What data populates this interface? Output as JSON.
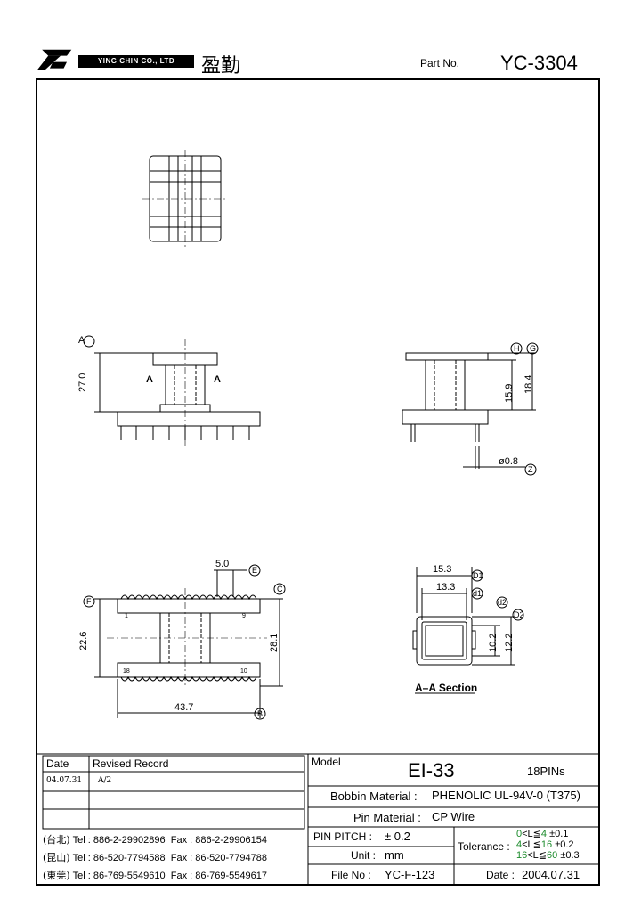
{
  "header": {
    "brand_en": "YING CHIN CO., LTD",
    "brand_cn": "盈勤",
    "part_no_label": "Part No.",
    "part_no": "YC-3304"
  },
  "views": {
    "front_left": {
      "dim_a": "27.0",
      "section_a1": "A",
      "section_a2": "A",
      "ref_a": "A"
    },
    "side_right": {
      "dim_h": "15.9",
      "dim_g": "18.4",
      "dim_z": "ø0.8",
      "ref_h": "H",
      "ref_g": "G",
      "ref_z": "Z"
    },
    "bottom_left": {
      "dim_e": "5.0",
      "dim_f": "22.6",
      "dim_c": "28.1",
      "dim_b": "43.7",
      "ref_e": "E",
      "ref_f": "F",
      "ref_c": "C",
      "ref_b": "B",
      "pin_1": "1",
      "pin_9": "9",
      "pin_10": "10",
      "pin_18": "18"
    },
    "section": {
      "dim_d1": "15.3",
      "dim_d1_small": "13.3",
      "dim_d2": "10.2",
      "dim_d2_big": "12.2",
      "ref_D1": "D1",
      "ref_d1": "d1",
      "ref_d2": "d2",
      "ref_D2": "D2",
      "caption": "A–A Section"
    }
  },
  "title_block": {
    "date_header": "Date",
    "revised_header": "Revised Record",
    "rev_date": "04.07.31",
    "rev_record": "A/2",
    "model_label": "Model",
    "model": "EI-33",
    "pins": "18PINs",
    "bobbin_label": "Bobbin  Material :",
    "bobbin_value": "PHENOLIC UL-94V-0 (T375)",
    "pin_material_label": "Pin  Material :",
    "pin_material_value": "CP Wire",
    "pin_pitch_label": "PIN  PITCH :",
    "pin_pitch_value": "± 0.2",
    "unit_label": "Unit :",
    "unit_value": "mm",
    "file_label": "File  No :",
    "file_value": "YC-F-123",
    "date_label": "Date :",
    "date_value": "2004.07.31",
    "tolerance_label": "Tolerance :",
    "tol_rows": [
      {
        "a": "0",
        "lt1": "<L≦",
        "b": "4",
        "pm": "±0.1"
      },
      {
        "a": "4",
        "lt1": "<L≦",
        "b": "16",
        "pm": "±0.2"
      },
      {
        "a": "16",
        "lt1": "<L≦",
        "b": "60",
        "pm": "±0.3"
      }
    ],
    "contacts": [
      {
        "city": "(台北)",
        "tel": "Tel : 886-2-29902896",
        "fax": "Fax : 886-2-29906154"
      },
      {
        "city": "(昆山)",
        "tel": "Tel : 86-520-7794588",
        "fax": "Fax : 86-520-7794788"
      },
      {
        "city": "(東莞)",
        "tel": "Tel : 86-769-5549610",
        "fax": "Fax : 86-769-5549617"
      }
    ]
  }
}
